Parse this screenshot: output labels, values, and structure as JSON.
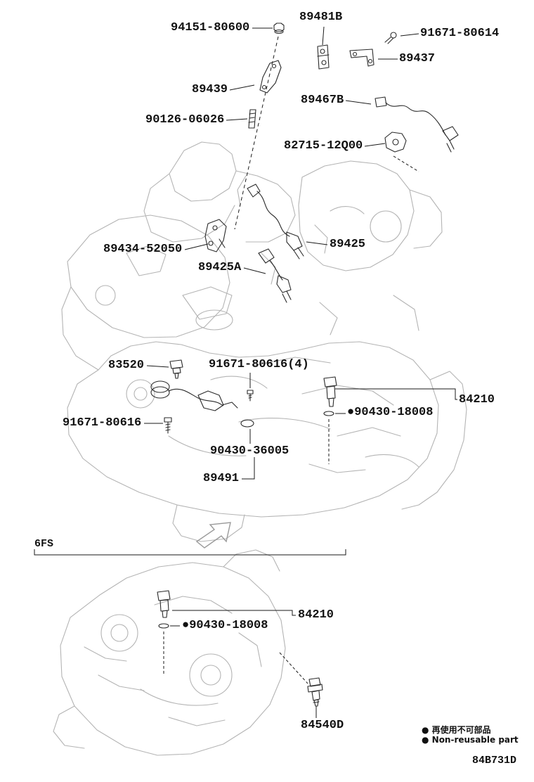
{
  "colors": {
    "line_art": "#b4b4b4",
    "ink": "#1a1a1a"
  },
  "parts": {
    "p94151": "94151-80600",
    "p89481B": "89481B",
    "p91671_80614": "91671-80614",
    "p89437": "89437",
    "p89439": "89439",
    "p89467B": "89467B",
    "p90126": "90126-06026",
    "p82715": "82715-12Q00",
    "p89434": "89434-52050",
    "p89425": "89425",
    "p89425A": "89425A",
    "p83520": "83520",
    "p91671_80616_4": "91671-80616(4)",
    "p84210_top": "84210",
    "p90430_18008_top": "●90430-18008",
    "p91671_80616": "91671-80616",
    "p90430_36005": "90430-36005",
    "p89491": "89491",
    "p84210_bottom": "84210",
    "p90430_18008_bottom": "●90430-18008",
    "p84540D": "84540D"
  },
  "section": {
    "code": "6FS"
  },
  "legend": {
    "non_reusable_jp": "● 再使用不可部品",
    "non_reusable_en": "● Non-reusable part"
  },
  "footer": {
    "drawing_code": "84B731D"
  }
}
